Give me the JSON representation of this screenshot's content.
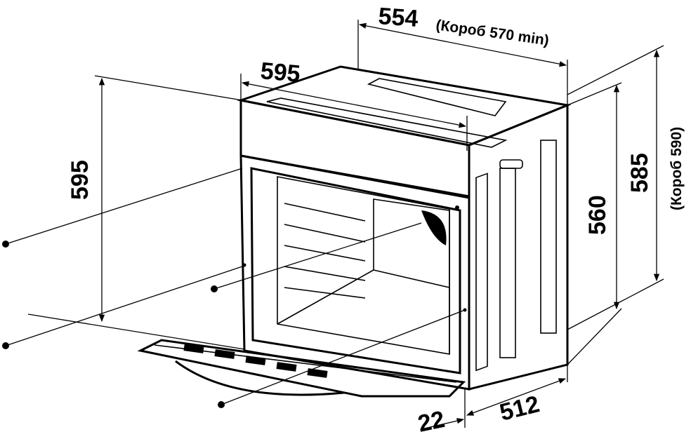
{
  "title": "Built-in oven installation dimensions",
  "dimensions": {
    "depth_top": "554",
    "depth_top_note": "(Короб 570 min)",
    "width": "595",
    "height": "595",
    "inner_height": "560",
    "height_niche": "585",
    "height_niche_note": "(Короб 590)",
    "door_offset": "22",
    "body_depth": "512"
  }
}
